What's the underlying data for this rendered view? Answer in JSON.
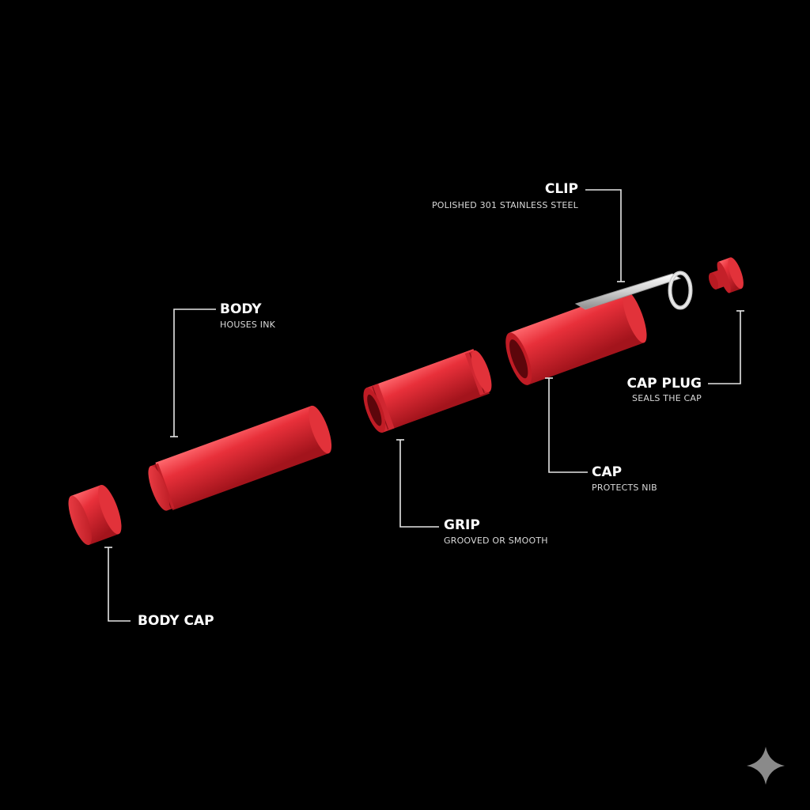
{
  "diagram": {
    "callouts": {
      "clip": {
        "title": "CLIP",
        "subtitle": "POLISHED 301 STAINLESS STEEL"
      },
      "body": {
        "title": "BODY",
        "subtitle": "HOUSES INK"
      },
      "cap_plug": {
        "title": "CAP PLUG",
        "subtitle": "SEALS THE CAP"
      },
      "cap": {
        "title": "CAP",
        "subtitle": "PROTECTS NIB"
      },
      "grip": {
        "title": "GRIP",
        "subtitle": "GROOVED OR SMOOTH"
      },
      "body_cap": {
        "title": "BODY CAP"
      }
    },
    "colors": {
      "background": "#000000",
      "part_red": "#e8303a",
      "part_red_dark": "#a3141c",
      "part_red_light": "#ff6a6f",
      "clip_steel": "#d8d8d8",
      "leader_line": "#e6e6e6"
    },
    "watermark_icon": "sparkle-icon"
  }
}
